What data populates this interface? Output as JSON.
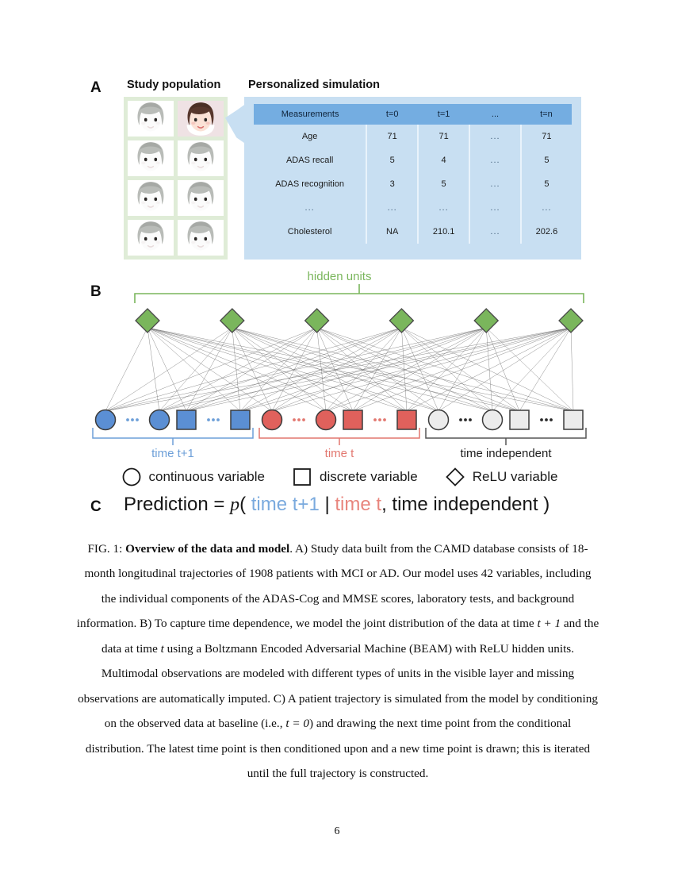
{
  "figure": {
    "panelA": {
      "letter": "A",
      "population_title": "Study population",
      "simulation_title": "Personalized simulation",
      "avatar_count": 8,
      "highlighted_avatar_index": 1,
      "colors": {
        "grid_background": "#dfecd7",
        "table_panel": "#c8dff2",
        "table_header": "#74ade1"
      },
      "table": {
        "headers": [
          "Measurements",
          "t=0",
          "t=1",
          "...",
          "t=n"
        ],
        "rows": [
          [
            "Age",
            "71",
            "71",
            "...",
            "71"
          ],
          [
            "ADAS recall",
            "5",
            "4",
            "...",
            "5"
          ],
          [
            "ADAS recognition",
            "3",
            "5",
            "...",
            "5"
          ],
          [
            "...",
            "...",
            "...",
            "...",
            "..."
          ],
          [
            "Cholesterol",
            "NA",
            "210.1",
            "...",
            "202.6"
          ]
        ]
      }
    },
    "panelB": {
      "letter": "B",
      "hidden_label": "hidden units",
      "hidden_unit_count": 6,
      "groups": [
        {
          "label": "time t+1",
          "color": "#6d9fd8",
          "node_fill": "#5b8fd4",
          "shapes": [
            "circle",
            "dots",
            "circle",
            "square",
            "dots",
            "square"
          ]
        },
        {
          "label": "time t",
          "color": "#e2776f",
          "node_fill": "#e0615c",
          "shapes": [
            "circle",
            "dots",
            "circle",
            "square",
            "dots",
            "square"
          ]
        },
        {
          "label": "time independent",
          "color": "#1d1d1d",
          "node_fill": "#ececec",
          "shapes": [
            "circle",
            "dots",
            "circle",
            "square",
            "dots",
            "square"
          ]
        }
      ],
      "hidden_color": "#7ab65c",
      "edge_color": "#585858",
      "legend": [
        {
          "shape": "circle",
          "label": "continuous variable"
        },
        {
          "shape": "square",
          "label": "discrete variable"
        },
        {
          "shape": "diamond",
          "label": "ReLU variable"
        }
      ]
    },
    "panelC": {
      "letter": "C",
      "prediction_prefix": "Prediction = ",
      "p_symbol": "p",
      "open_paren": "( ",
      "term_next": "time t+1",
      "given_bar": " | ",
      "term_current": "time t",
      "comma": ", ",
      "term_independent": "time independent",
      "close_paren": " )"
    }
  },
  "caption": {
    "fig_label": "FIG. 1: ",
    "bold_title": "Overview of the data and model",
    "part1": ". A) Study data built from the CAMD database consists of 18-month longitudinal trajectories of 1908 patients with MCI or AD. Our model uses 42 variables, including the individual components of the ADAS-Cog and MMSE scores, laboratory tests, and background information. B) To capture time dependence, we model the joint distribution of the data at time ",
    "math_t_plus_1": "t + 1",
    "part2": " and the data at time ",
    "math_t": "t",
    "part3": " using a Boltzmann Encoded Adversarial Machine (BEAM) with ReLU hidden units. Multimodal observations are modeled with different types of units in the visible layer and missing observations are automatically imputed. C) A patient trajectory is simulated from the model by conditioning on the observed data at baseline (i.e., ",
    "math_t_eq_0": "t = 0",
    "part4": ") and drawing the next time point from the conditional distribution. The latest time point is then conditioned upon and a new time point is drawn; this is iterated until the full trajectory is constructed."
  },
  "page_number": "6"
}
